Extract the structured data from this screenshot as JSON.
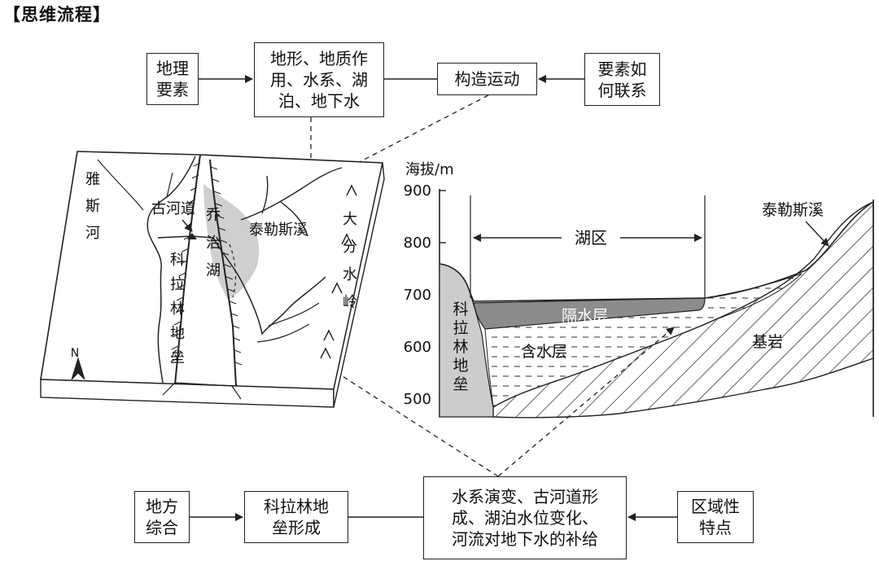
{
  "heading": "【思维流程】",
  "top_flow": {
    "geo_elements": "地理\n要素",
    "processes": "地形、地质作\n用、水系、湖\n泊、地下水",
    "tectonics": "构造运动",
    "how_linked": "要素如\n何联系"
  },
  "bottom_flow": {
    "regional_synthesis": "地方\n综合",
    "horst_formation": "科拉林地\n垒形成",
    "changes": "水系演变、古河道形\n成、湖泊水位变化、\n河流对地下水的补给",
    "regional_traits": "区域性\n特点"
  },
  "map": {
    "river_yasi": "雅\n斯\n河",
    "paleo_channel": "古河道",
    "lake_qiaozhi": "乔\n治\n湖",
    "stream_taile": "泰勒斯溪",
    "horst": "科\n拉\n林\n地\n垒",
    "divide_range": "大\n分\n水\n岭",
    "north": "N"
  },
  "profile": {
    "ylabel": "海拔/m",
    "yticks": [
      "900",
      "800",
      "700",
      "600",
      "500"
    ],
    "lake_zone": "湖区",
    "stream": "泰勒斯溪",
    "horst": "科\n拉\n林\n地\n垒",
    "aquitard": "隔水层",
    "aquifer": "含水层",
    "bedrock": "基岩"
  }
}
